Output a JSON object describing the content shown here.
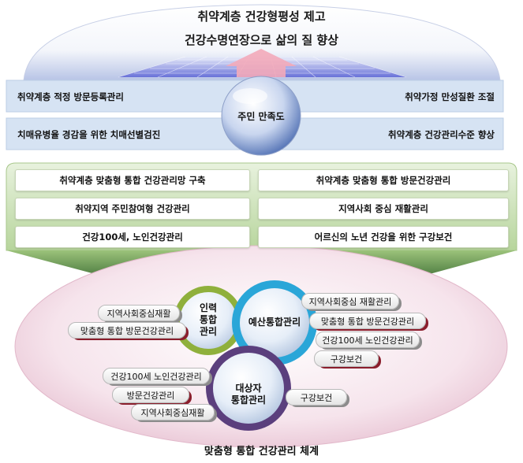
{
  "vision": {
    "line1": "취약계층 건강형평성 제고",
    "line2": "건강수명연장으로 삶의 질 향상"
  },
  "satisfaction": {
    "center_label": "주민 만족도",
    "left_top": "취약계층 적정 방문등록관리",
    "left_bottom": "치매유병율 경감을 위한 치매선별검진",
    "right_top": "취약가정 만성질환 조절",
    "right_bottom": "취약계층 건강관리수준 향상"
  },
  "strategies": [
    "취약계층 맞춤형 통합 건강관리망 구축",
    "취약계층 맞춤형 통합 방문건강관리",
    "취약지역 주민참여형 건강관리",
    "지역사회 중심 재활관리",
    "건강100세, 노인건강관리",
    "어르신의 노년 건강을 위한 구강보건"
  ],
  "system": {
    "title": "맞춤형 통합 건강관리 체계",
    "circles": {
      "workforce": "인력\n통합\n관리",
      "budget": "예산통합관리",
      "target": "대상자\n통합관리"
    },
    "left_pills": [
      "지역사회중심재활",
      "맞춤형 통합 방문건강관리",
      "건강100세 노인건강관리",
      "방문건강관리",
      "지역사회중심재활"
    ],
    "right_pills": [
      "지역사회중심 재활관리",
      "맞춤형 통합 방문건강관리",
      "건강100세 노인건강관리",
      "구강보건",
      "구강보건"
    ]
  },
  "colors": {
    "blue_band": "#d6e3f3",
    "green_panel": "#cfe3bf",
    "pink_ellipse": "#f2dbe6",
    "circle_green": "#8fb03c",
    "circle_blue": "#2aa6d8",
    "circle_purple": "#5b3f7d",
    "arrow_pink": "#f3aab9"
  }
}
